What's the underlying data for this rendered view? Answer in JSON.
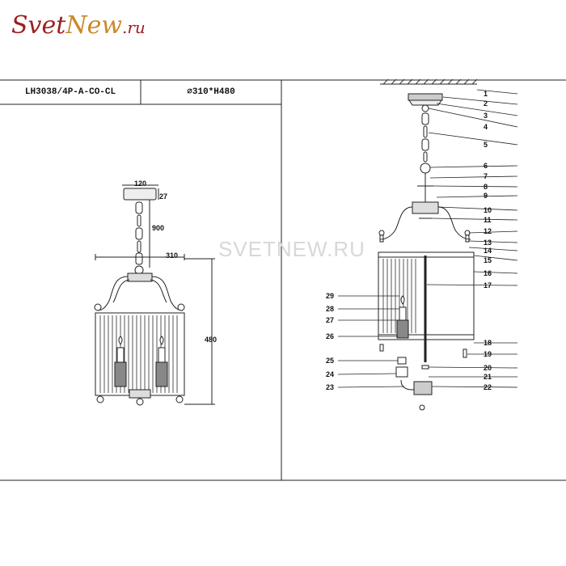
{
  "logo": {
    "part1": "Svet",
    "part2": "New",
    "part3": ".ru"
  },
  "spec": {
    "model": "LH3038/4P-A-CO-CL",
    "size": "⌀310*H480"
  },
  "watermark": "SVETNEW.RU",
  "dimensions": {
    "canopy_width": "120",
    "canopy_height": "27",
    "chain_length": "900",
    "body_width": "310",
    "body_height": "480"
  },
  "parts": [
    "1",
    "2",
    "3",
    "4",
    "5",
    "6",
    "7",
    "8",
    "9",
    "10",
    "11",
    "12",
    "13",
    "14",
    "15",
    "16",
    "17",
    "18",
    "19",
    "20",
    "21",
    "22",
    "23",
    "24",
    "25",
    "26",
    "27",
    "28",
    "29"
  ]
}
